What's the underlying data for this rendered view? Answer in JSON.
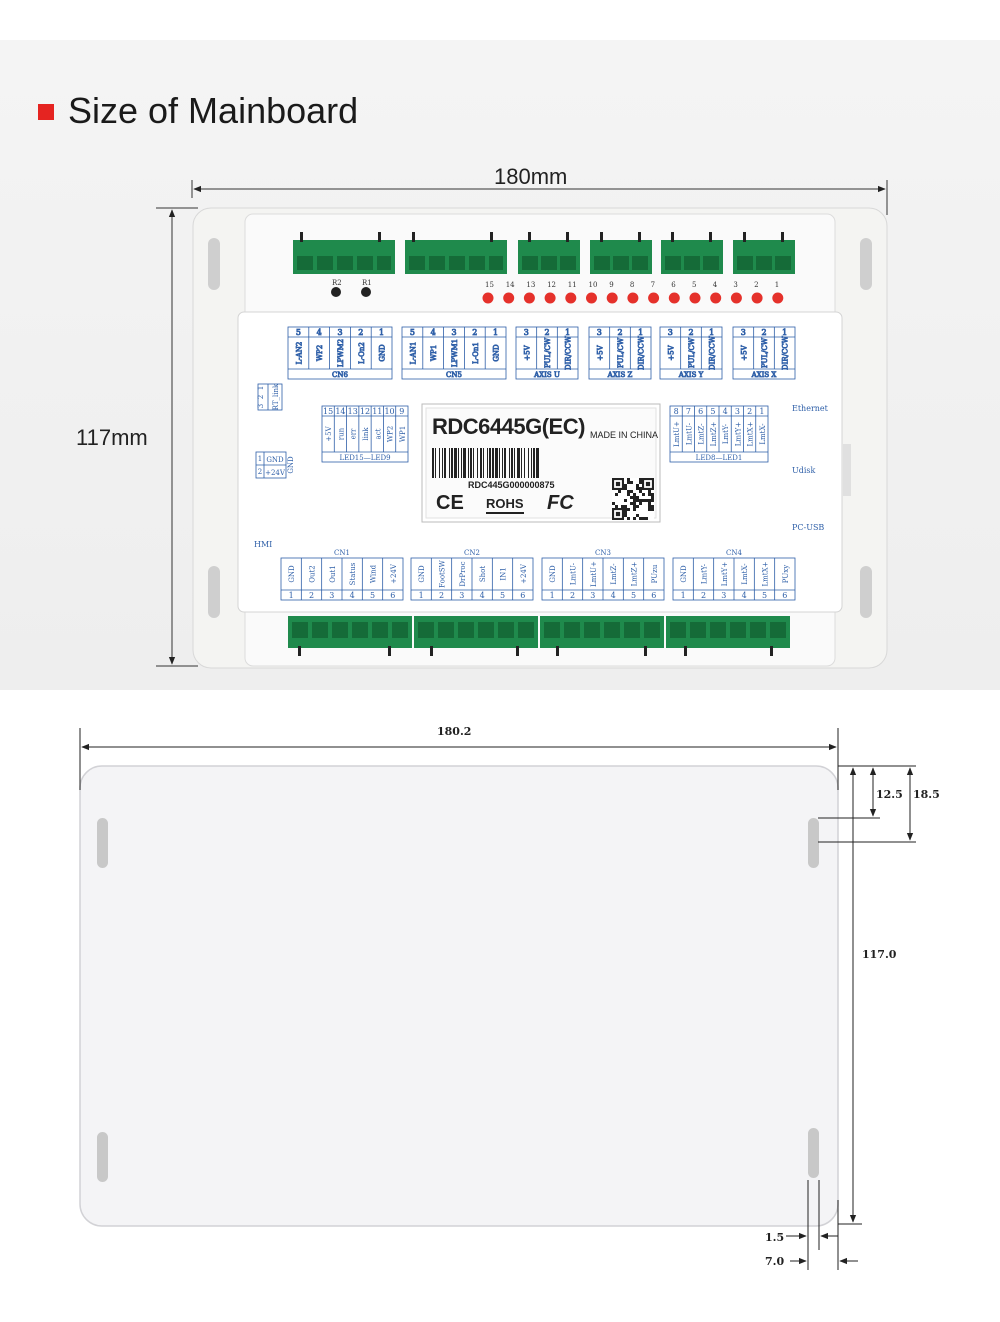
{
  "header": {
    "title": "Size of Mainboard",
    "accent": "#e52421"
  },
  "photo_dims": {
    "width_label": "180mm",
    "height_label": "117mm"
  },
  "board": {
    "model": "RDC6445G(EC)",
    "made_in": "MADE IN CHINA",
    "serial": "RDC445G000000875",
    "cert_ce": "CE",
    "cert_rohs": "ROHS",
    "cert_fc": "FC",
    "side_labels": {
      "ethernet": "Ethernet",
      "udisk": "Udisk",
      "pcusb": "PC-USB",
      "hmi": "HMI"
    },
    "relays": [
      "R2",
      "R1"
    ],
    "led_numbers": [
      "15",
      "14",
      "13",
      "12",
      "11",
      "10",
      "9",
      "8",
      "7",
      "6",
      "5",
      "4",
      "3",
      "2",
      "1"
    ],
    "top_groups": [
      {
        "name": "CN6",
        "nums": [
          "5",
          "4",
          "3",
          "2",
          "1"
        ],
        "pins": [
          "L-AN2",
          "WP2",
          "LPWM2",
          "L-On2",
          "GND"
        ]
      },
      {
        "name": "CN5",
        "nums": [
          "5",
          "4",
          "3",
          "2",
          "1"
        ],
        "pins": [
          "L-AN1",
          "WP1",
          "LPWM1",
          "L-On1",
          "GND"
        ]
      },
      {
        "name": "AXIS U",
        "nums": [
          "3",
          "2",
          "1"
        ],
        "pins": [
          "+5V",
          "PUL/CW",
          "DIR/CCW"
        ]
      },
      {
        "name": "AXIS Z",
        "nums": [
          "3",
          "2",
          "1"
        ],
        "pins": [
          "+5V",
          "PUL/CW",
          "DIR/CCW"
        ]
      },
      {
        "name": "AXIS Y",
        "nums": [
          "3",
          "2",
          "1"
        ],
        "pins": [
          "+5V",
          "PUL/CW",
          "DIR/CCW"
        ]
      },
      {
        "name": "AXIS X",
        "nums": [
          "3",
          "2",
          "1"
        ],
        "pins": [
          "+5V",
          "PUL/CW",
          "DIR/CCW"
        ]
      }
    ],
    "rtlink": {
      "label": "RT_link",
      "nums": [
        "3",
        "2",
        "1"
      ]
    },
    "power": {
      "pins": [
        "GND",
        "+24V"
      ],
      "nums": [
        "2",
        "1"
      ],
      "side": "GND"
    },
    "led_left": {
      "name": "LED15—LED9",
      "nums": [
        "15",
        "14",
        "13",
        "12",
        "11",
        "10",
        "9"
      ],
      "pins": [
        "+5V",
        "run",
        "err",
        "link",
        "act",
        "WP2",
        "WP1"
      ]
    },
    "led_right": {
      "name": "LED8—LED1",
      "nums": [
        "8",
        "7",
        "6",
        "5",
        "4",
        "3",
        "2",
        "1"
      ],
      "pins": [
        "LmtU+",
        "LmtU-",
        "LmtZ-",
        "LmtZ+",
        "LmtY-",
        "LmtY+",
        "LmtX+",
        "LmtX-"
      ]
    },
    "bottom_groups": [
      {
        "name": "CN1",
        "pins": [
          "GND",
          "Out2",
          "Out1",
          "Status",
          "Wind",
          "+24V"
        ],
        "nums": [
          "1",
          "2",
          "3",
          "4",
          "5",
          "6"
        ]
      },
      {
        "name": "CN2",
        "pins": [
          "GND",
          "FootSW",
          "DrProc",
          "Shot",
          "IN1",
          "+24V"
        ],
        "nums": [
          "1",
          "2",
          "3",
          "4",
          "5",
          "6"
        ]
      },
      {
        "name": "CN3",
        "pins": [
          "GND",
          "LmtU-",
          "LmtU+",
          "LmtZ-",
          "LmtZ+",
          "PUzu"
        ],
        "nums": [
          "1",
          "2",
          "3",
          "4",
          "5",
          "6"
        ]
      },
      {
        "name": "CN4",
        "pins": [
          "GND",
          "LmtY-",
          "LmtY+",
          "LmtX-",
          "LmtX+",
          "PUxy"
        ],
        "nums": [
          "1",
          "2",
          "3",
          "4",
          "5",
          "6"
        ]
      }
    ]
  },
  "drawing": {
    "width": "180.2",
    "height": "117.0",
    "d_hole_top": "12.5",
    "d_hole_bottom": "18.5",
    "d_edge_small": "1.5",
    "d_edge_large": "7.0"
  }
}
